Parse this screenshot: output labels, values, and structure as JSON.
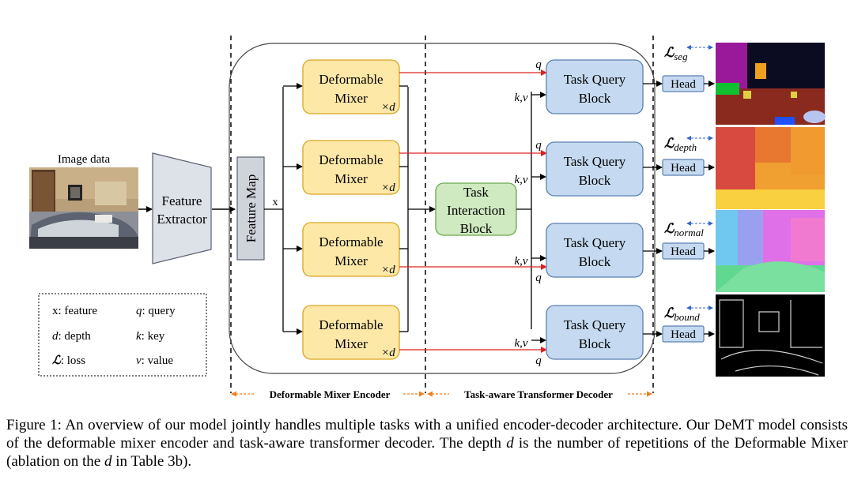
{
  "image_input": {
    "label": "Image data"
  },
  "feature_extractor": {
    "line1": "Feature",
    "line2": "Extractor"
  },
  "feature_map": {
    "label": "Feature Map"
  },
  "x_label": "x",
  "mixer": {
    "line1": "Deformable",
    "line2": "Mixer",
    "repeat": "×d"
  },
  "task_interaction": {
    "line1": "Task",
    "line2": "Interaction",
    "line3": "Block"
  },
  "task_query": {
    "line1": "Task Query",
    "line2": "Block"
  },
  "labels": {
    "q": "q",
    "kv": "k,v"
  },
  "head_label": "Head",
  "losses": [
    {
      "sym": "ℒ",
      "sub": "seg"
    },
    {
      "sym": "ℒ",
      "sub": "depth"
    },
    {
      "sym": "ℒ",
      "sub": "normal"
    },
    {
      "sym": "ℒ",
      "sub": "bound"
    }
  ],
  "legend": {
    "items": [
      {
        "sym": "x",
        "text": ": feature"
      },
      {
        "sym": "q",
        "text": ": query"
      },
      {
        "sym": "d",
        "text": ": depth"
      },
      {
        "sym": "k",
        "text": ": key"
      },
      {
        "sym": "ℒ",
        "text": ": loss"
      },
      {
        "sym": "v",
        "text": ": value"
      }
    ]
  },
  "sections": {
    "encoder": "Deformable Mixer Encoder",
    "decoder": "Task-aware Transformer Decoder"
  },
  "caption": {
    "part1": "Figure 1: An overview of our model jointly handles multiple tasks with a unified encoder-decoder architecture. Our DeMT model consists of the deformable mixer encoder and task-aware transformer decoder. The depth ",
    "d1": "d",
    "part2": " is the number of repetitions of the Deformable Mixer (ablation on the ",
    "d2": "d",
    "part3": " in Table 3b)."
  },
  "colors": {
    "mixer_fill": "#fde8a8",
    "mixer_stroke": "#d9a520",
    "query_fill": "#c5daf0",
    "query_stroke": "#5b7fb0",
    "interaction_fill": "#cfe9c0",
    "interaction_stroke": "#6aa84f",
    "extractor_fill": "#dde1e8",
    "red_arrow": "#e02020",
    "blue_dash": "#3366cc",
    "orange": "#f08020"
  }
}
